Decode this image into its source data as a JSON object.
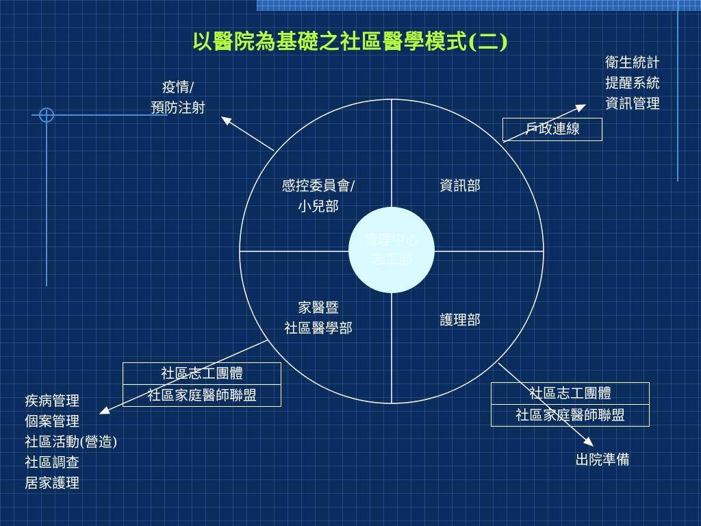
{
  "title": "以醫院為基礎之社區醫學模式(二)",
  "hub": {
    "line1": "管理中心",
    "line2": "志工部"
  },
  "quadrants": {
    "top_left": {
      "line1": "感控委員會/",
      "line2": "小兒部"
    },
    "top_right": {
      "line1": "資訊部"
    },
    "bottom_left": {
      "line1": "家醫暨",
      "line2": "社區醫學部"
    },
    "bottom_right": {
      "line1": "護理部"
    }
  },
  "outputs": {
    "epidemic": {
      "line1": "疫情/",
      "line2": "預防注射"
    },
    "stats": {
      "line1": "衛生統計",
      "line2": "提醒系統",
      "line3": "資訊管理"
    },
    "disease_mgmt": {
      "items": [
        "疾病管理",
        "個案管理",
        "社區活動(營造)",
        "社區調查",
        "居家護理"
      ]
    },
    "discharge": {
      "text": "出院準備"
    }
  },
  "boxes": {
    "household_link": "戶政連線",
    "left_pair": {
      "top": "社區志工團體",
      "bottom": "社區家庭醫師聯盟"
    },
    "right_pair": {
      "top": "社區志工團體",
      "bottom": "社區家庭醫師聯盟"
    }
  },
  "colors": {
    "background": "#0b2d5e",
    "title": "#b8ff3a",
    "hub_fill": "#d9fbff",
    "lines": "#ffffff",
    "accent_lines": "#4a90d8"
  }
}
